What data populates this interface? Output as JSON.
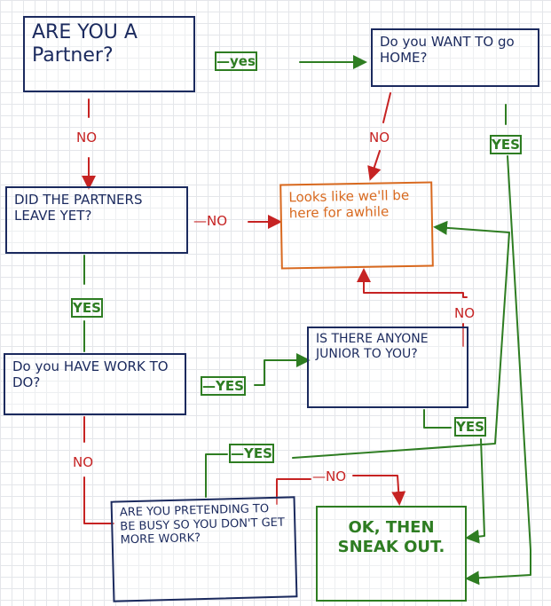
{
  "nodes": {
    "partner_q": "ARE YOU A Partner?",
    "home_q": "Do you WANT TO go HOME?",
    "left_q": "DID THE PARTNERS LEAVE YET?",
    "awhile": "Looks like we'll be here for awhile",
    "work_q": "Do you HAVE WORK TO DO?",
    "junior_q": "IS THERE ANYONE JUNIOR TO YOU?",
    "pretend_q": "ARE YOU PRETENDING TO BE BUSY SO YOU DON'T GET MORE WORK?",
    "sneak": "OK, THEN SNEAK OUT."
  },
  "labels": {
    "yes1": "—yes",
    "no_partner": "NO",
    "no_home": "NO",
    "yes_home": "YES",
    "no_left": "—NO",
    "yes_left": "YES",
    "yes_work": "—YES",
    "no_work": "NO",
    "no_junior": "NO",
    "yes_junior": "YES",
    "yes_pretend": "—YES",
    "no_pretend": "—NO"
  },
  "colors": {
    "question": "#1b2a5e",
    "wait": "#d8691f",
    "sneak": "#2e7d22",
    "yes": "#2e7d22",
    "no": "#c62323"
  }
}
